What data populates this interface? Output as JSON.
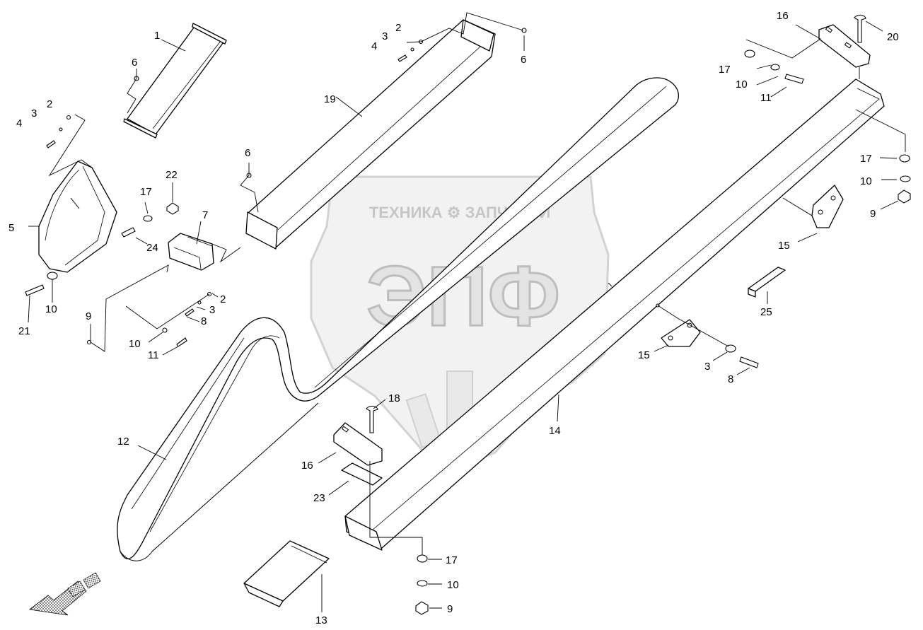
{
  "diagram": {
    "watermark": {
      "brand_line": "ТЕХНИКА ⚙ ЗАПЧАСТИ",
      "big_letters": "ЭПФ"
    },
    "callouts": {
      "c1": "1",
      "c2a": "2",
      "c3a": "3",
      "c4a": "4",
      "c6a": "6",
      "c2b": "2",
      "c3b": "3",
      "c4b": "4",
      "c5": "5",
      "c17a": "17",
      "c22": "22",
      "c24": "24",
      "c7": "7",
      "c21": "21",
      "c10a": "10",
      "c9a": "9",
      "c2c": "2",
      "c3c": "3",
      "c8a": "8",
      "c10b": "10",
      "c11a": "11",
      "c19": "19",
      "c6b": "6",
      "c2d": "2",
      "c3d": "3",
      "c4d": "4",
      "c6c": "6",
      "c16a": "16",
      "c20": "20",
      "c17b": "17",
      "c10c": "10",
      "c11b": "11",
      "c17c": "17",
      "c10d": "10",
      "c9b": "9",
      "c15a": "15",
      "c25": "25",
      "c15b": "15",
      "c3e": "3",
      "c8b": "8",
      "c14": "14",
      "c12": "12",
      "c18": "18",
      "c16b": "16",
      "c23": "23",
      "c17d": "17",
      "c10e": "10",
      "c9c": "9",
      "c13": "13"
    }
  }
}
